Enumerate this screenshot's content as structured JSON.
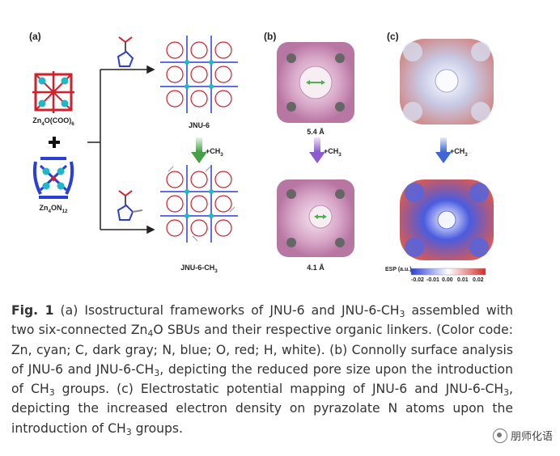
{
  "figure": {
    "panels": {
      "a": "(a)",
      "b": "(b)",
      "c": "(c)"
    },
    "labels": {
      "zn4o_main": "Zn",
      "zn4o_sub1": "4",
      "zn4o_mid": "O(COO)",
      "zn4o_sub2": "6",
      "zn4on_main": "Zn",
      "zn4on_sub1": "4",
      "zn4on_mid": "ON",
      "zn4on_sub2": "12",
      "jnu6": "JNU-6",
      "jnu6ch3_main": "JNU-6-CH",
      "jnu6ch3_sub": "3",
      "ch3_arrow_main": "+CH",
      "ch3_arrow_sub": "3",
      "pore1": "5.4 Å",
      "pore2": "4.1 Å",
      "esp_title": "ESP (a.u.)",
      "esp_ticks": [
        "-0.02",
        "-0.01",
        "0.00",
        "0.01",
        "0.02"
      ]
    }
  },
  "caption": {
    "fig_label": "Fig. 1",
    "text_a1": " (a) Isostructural frameworks of JNU-6 and JNU-6-CH",
    "sub_3a": "3",
    "text_a2": " assembled with two six-connected Zn",
    "sub_4": "4",
    "text_a3": "O SBUs and their respective organic linkers. (Color code: Zn, cyan; C, dark gray; N, blue; O, red; H, white). (b) Connolly surface analysis of JNU-6 and JNU-6-CH",
    "sub_3b": "3",
    "text_b": ", depicting the reduced pore size upon the introduction of CH",
    "sub_3c": "3",
    "text_c1": " groups. (c) Electrostatic potential mapping of JNU-6 and JNU-6-CH",
    "sub_3d": "3",
    "text_c2": ", depicting the increased electron density on pyrazolate N atoms upon the introduction of CH",
    "sub_3e": "3",
    "text_c3": " groups."
  },
  "watermark": {
    "text": "朋师化语"
  },
  "colors": {
    "zn": "#1fb8c9",
    "oxygen": "#d4202a",
    "nitrogen": "#2a3fd8",
    "carbon": "#555555",
    "surface": "#c98fb8",
    "arrow_green": "#4caf50",
    "arrow_purple": "#9c6ad6",
    "arrow_blue": "#4a72d8"
  }
}
